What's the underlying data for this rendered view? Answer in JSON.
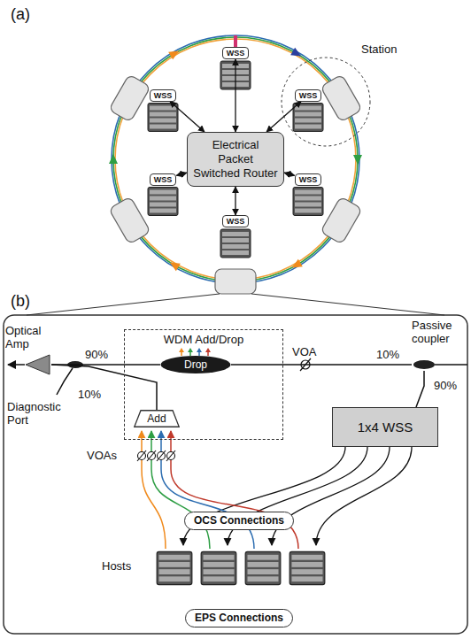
{
  "diagram": {
    "nodes": [
      {
        "text": [
          "Electrical Packet Switched Router"
        ]
      },
      {
        "text": [
          "WSS"
        ]
      },
      {
        "text": [
          "WSS"
        ]
      },
      {
        "text": [
          "WSS"
        ]
      },
      {
        "text": [
          "WSS"
        ]
      },
      {
        "text": [
          "WSS"
        ]
      },
      {
        "text": [
          "WSS"
        ]
      },
      {
        "text": [
          "Optical Amp"
        ]
      },
      {
        "text": [
          "WDM Add/Drop"
        ]
      },
      {
        "text": [
          "Drop"
        ],
        "in": 8
      },
      {
        "text": [
          "Add"
        ],
        "in": 8
      },
      {
        "text": [
          "Passive coupler"
        ]
      },
      {
        "text": [
          "1x4 WSS"
        ]
      },
      {
        "text": [
          "OCS Connections"
        ]
      },
      {
        "text": [
          "EPS Connections"
        ]
      }
    ],
    "edges": [
      {
        "from": 0,
        "to": 1,
        "arrow": "both"
      },
      {
        "from": 0,
        "to": 2,
        "arrow": "both"
      },
      {
        "from": 0,
        "to": 3,
        "arrow": "both"
      },
      {
        "from": 0,
        "to": 4,
        "arrow": "both"
      },
      {
        "from": 0,
        "to": 5,
        "arrow": "both"
      },
      {
        "from": 0,
        "to": 6,
        "arrow": "both"
      },
      {
        "from": 11,
        "to": 9,
        "arrow": "none"
      },
      {
        "from": 9,
        "to": 7,
        "arrow": "none"
      },
      {
        "from": 10,
        "to": 7,
        "arrow": "none"
      },
      {
        "from": 11,
        "to": 12,
        "arrow": "none"
      }
    ],
    "labels": [
      "(a)",
      "Station",
      "(b)",
      "90%",
      "10%",
      "Diagnostic Port",
      "VOA",
      "10%",
      "90%",
      "VOAs",
      "Hosts"
    ]
  }
}
